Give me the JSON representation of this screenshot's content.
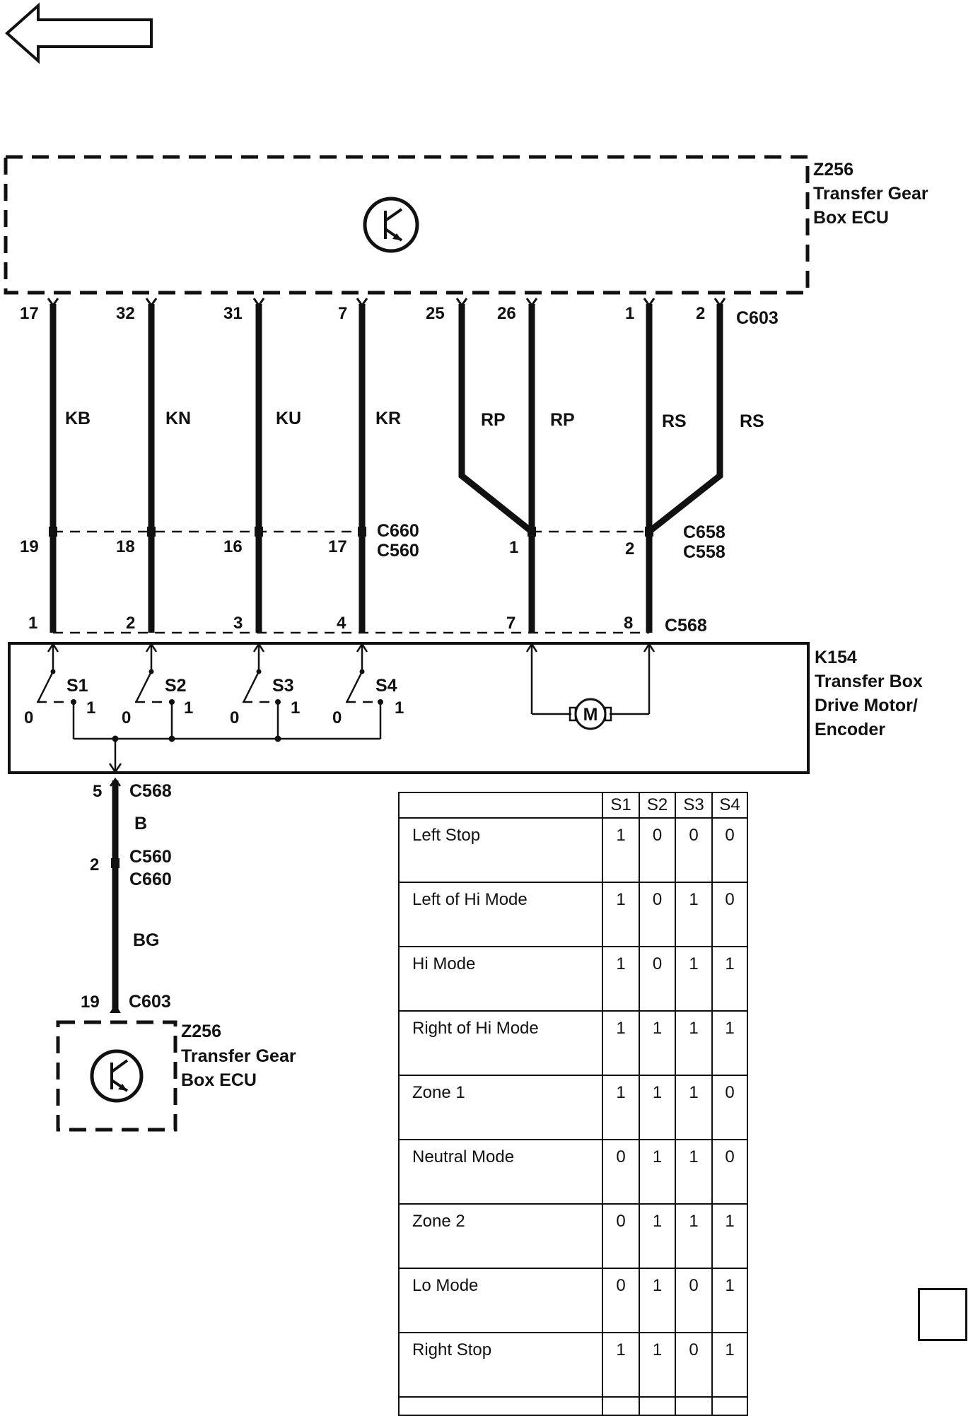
{
  "ecu_top": {
    "id": "Z256",
    "line1": "Transfer Gear",
    "line2": "Box ECU",
    "connector": "C603"
  },
  "ecu_bottom": {
    "id": "Z256",
    "line1": "Transfer Gear",
    "line2": "Box ECU"
  },
  "motor": {
    "id": "K154",
    "line1": "Transfer Box",
    "line2": "Drive Motor/",
    "line3": "Encoder",
    "symbol": "M"
  },
  "connectors": {
    "c660": "C660",
    "c560": "C560",
    "c658": "C658",
    "c558": "C558",
    "c568": "C568",
    "c568_lower": "C568",
    "c560_lower": "C560",
    "c660_lower": "C660",
    "c603_lower": "C603"
  },
  "wires": [
    {
      "color_code": "KB",
      "ecu_pin": "17",
      "inline_pin": "19",
      "motor_pin": "1"
    },
    {
      "color_code": "KN",
      "ecu_pin": "32",
      "inline_pin": "18",
      "motor_pin": "2"
    },
    {
      "color_code": "KU",
      "ecu_pin": "31",
      "inline_pin": "16",
      "motor_pin": "3"
    },
    {
      "color_code": "KR",
      "ecu_pin": "7",
      "inline_pin": "17",
      "motor_pin": "4"
    },
    {
      "color_code": "RP",
      "ecu_pin": "25"
    },
    {
      "color_code": "RP",
      "ecu_pin": "26",
      "inline_pin": "1",
      "motor_pin": "7"
    },
    {
      "color_code": "RS",
      "ecu_pin": "1",
      "inline_pin": "2",
      "motor_pin": "8"
    },
    {
      "color_code": "RS",
      "ecu_pin": "2"
    }
  ],
  "ground_wire": {
    "pin_c568": "5",
    "code1": "B",
    "pin_c560": "2",
    "code2": "BG",
    "pin_c603": "19"
  },
  "switches": [
    {
      "name": "S1",
      "pos0": "0",
      "pos1": "1"
    },
    {
      "name": "S2",
      "pos0": "0",
      "pos1": "1"
    },
    {
      "name": "S3",
      "pos0": "0",
      "pos1": "1"
    },
    {
      "name": "S4",
      "pos0": "0",
      "pos1": "1"
    }
  ],
  "table": {
    "headers": [
      "S1",
      "S2",
      "S3",
      "S4"
    ],
    "rows": [
      {
        "mode": "Left Stop",
        "values": [
          "1",
          "0",
          "0",
          "0"
        ]
      },
      {
        "mode": "Left of Hi Mode",
        "values": [
          "1",
          "0",
          "1",
          "0"
        ]
      },
      {
        "mode": "Hi Mode",
        "values": [
          "1",
          "0",
          "1",
          "1"
        ]
      },
      {
        "mode": "Right of Hi Mode",
        "values": [
          "1",
          "1",
          "1",
          "1"
        ]
      },
      {
        "mode": "Zone 1",
        "values": [
          "1",
          "1",
          "1",
          "0"
        ]
      },
      {
        "mode": "Neutral Mode",
        "values": [
          "0",
          "1",
          "1",
          "0"
        ]
      },
      {
        "mode": "Zone 2",
        "values": [
          "0",
          "1",
          "1",
          "1"
        ]
      },
      {
        "mode": "Lo Mode",
        "values": [
          "0",
          "1",
          "0",
          "1"
        ]
      },
      {
        "mode": "Right Stop",
        "values": [
          "1",
          "1",
          "0",
          "1"
        ]
      }
    ]
  }
}
